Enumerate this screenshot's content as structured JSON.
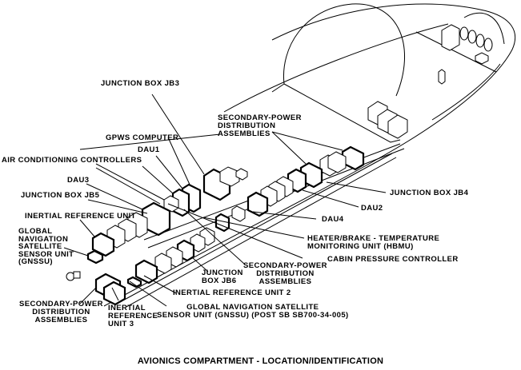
{
  "figure": {
    "title": "AVIONICS COMPARTMENT - LOCATION/IDENTIFICATION",
    "colors": {
      "ink": "#000000",
      "background": "#ffffff"
    }
  },
  "labels": {
    "junction_box_jb3": "JUNCTION BOX JB3",
    "spda_top": "SECONDARY-POWER\nDISTRIBUTION\nASSEMBLIES",
    "gpws_computer": "GPWS COMPUTER",
    "dau1": "DAU1",
    "air_conditioning_controllers": "AIR CONDITIONING CONTROLLERS",
    "dau3": "DAU3",
    "junction_box_jb5": "JUNCTION BOX JB5",
    "inertial_reference_unit": "INERTIAL REFERENCE UNIT",
    "gnssu_left": "GLOBAL\nNAVIGATION\nSATELLITE\nSENSOR UNIT\n(GNSSU)",
    "spda_bottom_left": "SECONDARY-POWER\nDISTRIBUTION\nASSEMBLIES",
    "inertial_reference_unit_3": "INERTIAL\nREFERENCE\nUNIT 3",
    "gnssu_post_sb": "GLOBAL NAVIGATION SATELLITE\nSENSOR UNIT (GNSSU) (POST SB SB700-34-005)",
    "inertial_reference_unit_2": "INERTIAL REFERENCE UNIT 2",
    "junction_box_jb6": "JUNCTION\nBOX JB6",
    "spda_bottom_right": "SECONDARY-POWER\nDISTRIBUTION\nASSEMBLIES",
    "cabin_pressure_controller": "CABIN PRESSURE CONTROLLER",
    "hbmu": "HEATER/BRAKE - TEMPERATURE\nMONITORING UNIT (HBMU)",
    "dau4": "DAU4",
    "dau2": "DAU2",
    "junction_box_jb4": "JUNCTION BOX JB4"
  }
}
